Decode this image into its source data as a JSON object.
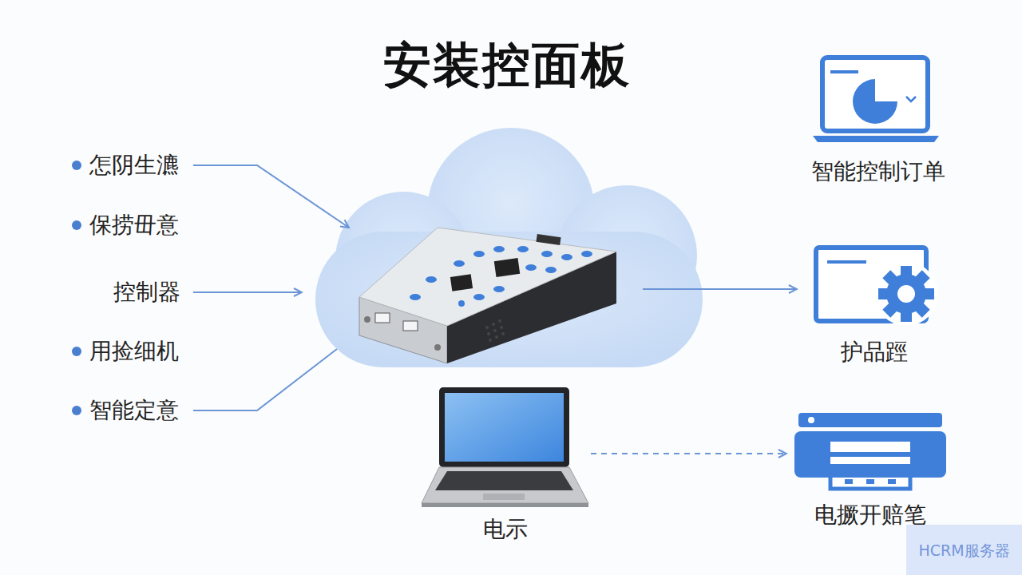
{
  "diagram": {
    "title": "安装控面板",
    "nodes": [
      {
        "text": [
          "智能控制订单"
        ]
      },
      {
        "text": [
          "护品踁"
        ]
      },
      {
        "text": [
          "电示"
        ]
      },
      {
        "text": [
          "电撅开赔笔"
        ]
      }
    ],
    "edges": [
      {
        "from": 2,
        "to": 3,
        "arrow": "to"
      }
    ],
    "labels": [
      "怎阴生瀌",
      "保捞毌意",
      "控制器",
      "用捡细机",
      "智能定意",
      "HCRM服务器"
    ]
  }
}
